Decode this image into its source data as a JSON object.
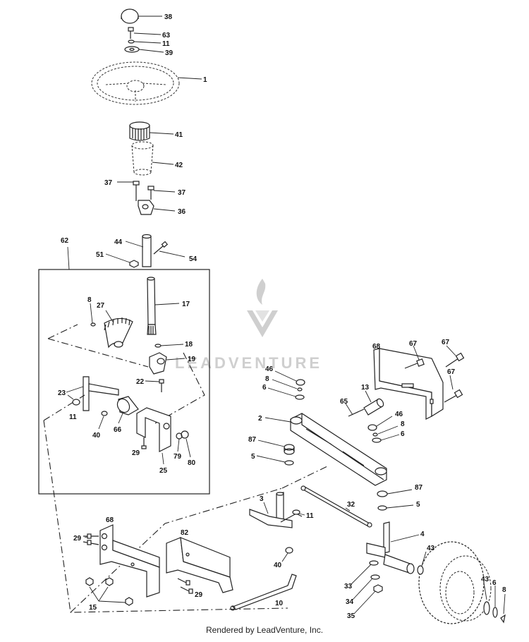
{
  "watermark": {
    "brand": "LEADVENTURE"
  },
  "footer": {
    "text": "Rendered by LeadVenture, Inc."
  },
  "labels": {
    "l38": "38",
    "l63": "63",
    "l11a": "11",
    "l39": "39",
    "l1": "1",
    "l41": "41",
    "l42": "42",
    "l37a": "37",
    "l37b": "37",
    "l36": "36",
    "l62": "62",
    "l44": "44",
    "l51": "51",
    "l54": "54",
    "l8a": "8",
    "l27": "27",
    "l17": "17",
    "l18": "18",
    "l19": "19",
    "l22": "22",
    "l23": "23",
    "l11b": "11",
    "l40a": "40",
    "l66": "66",
    "l29a": "29",
    "l79": "79",
    "l80": "80",
    "l25": "25",
    "l68a": "68",
    "l67a": "67",
    "l67b": "67",
    "l67c": "67",
    "l46a": "46",
    "l8b": "8",
    "l6a": "6",
    "l13": "13",
    "l65": "65",
    "l46b": "46",
    "l8c": "8",
    "l6b": "6",
    "l2": "2",
    "l87a": "87",
    "l5a": "5",
    "l87b": "87",
    "l5b": "5",
    "l3": "3",
    "l32": "32",
    "l11c": "11",
    "l4": "4",
    "l40b": "40",
    "l43a": "43",
    "l33": "33",
    "l34": "34",
    "l35": "35",
    "l43b": "43",
    "l6c": "6",
    "l8d": "8",
    "l68b": "68",
    "l82": "82",
    "l29b": "29",
    "l29c": "29",
    "l15": "15",
    "l10": "10"
  }
}
